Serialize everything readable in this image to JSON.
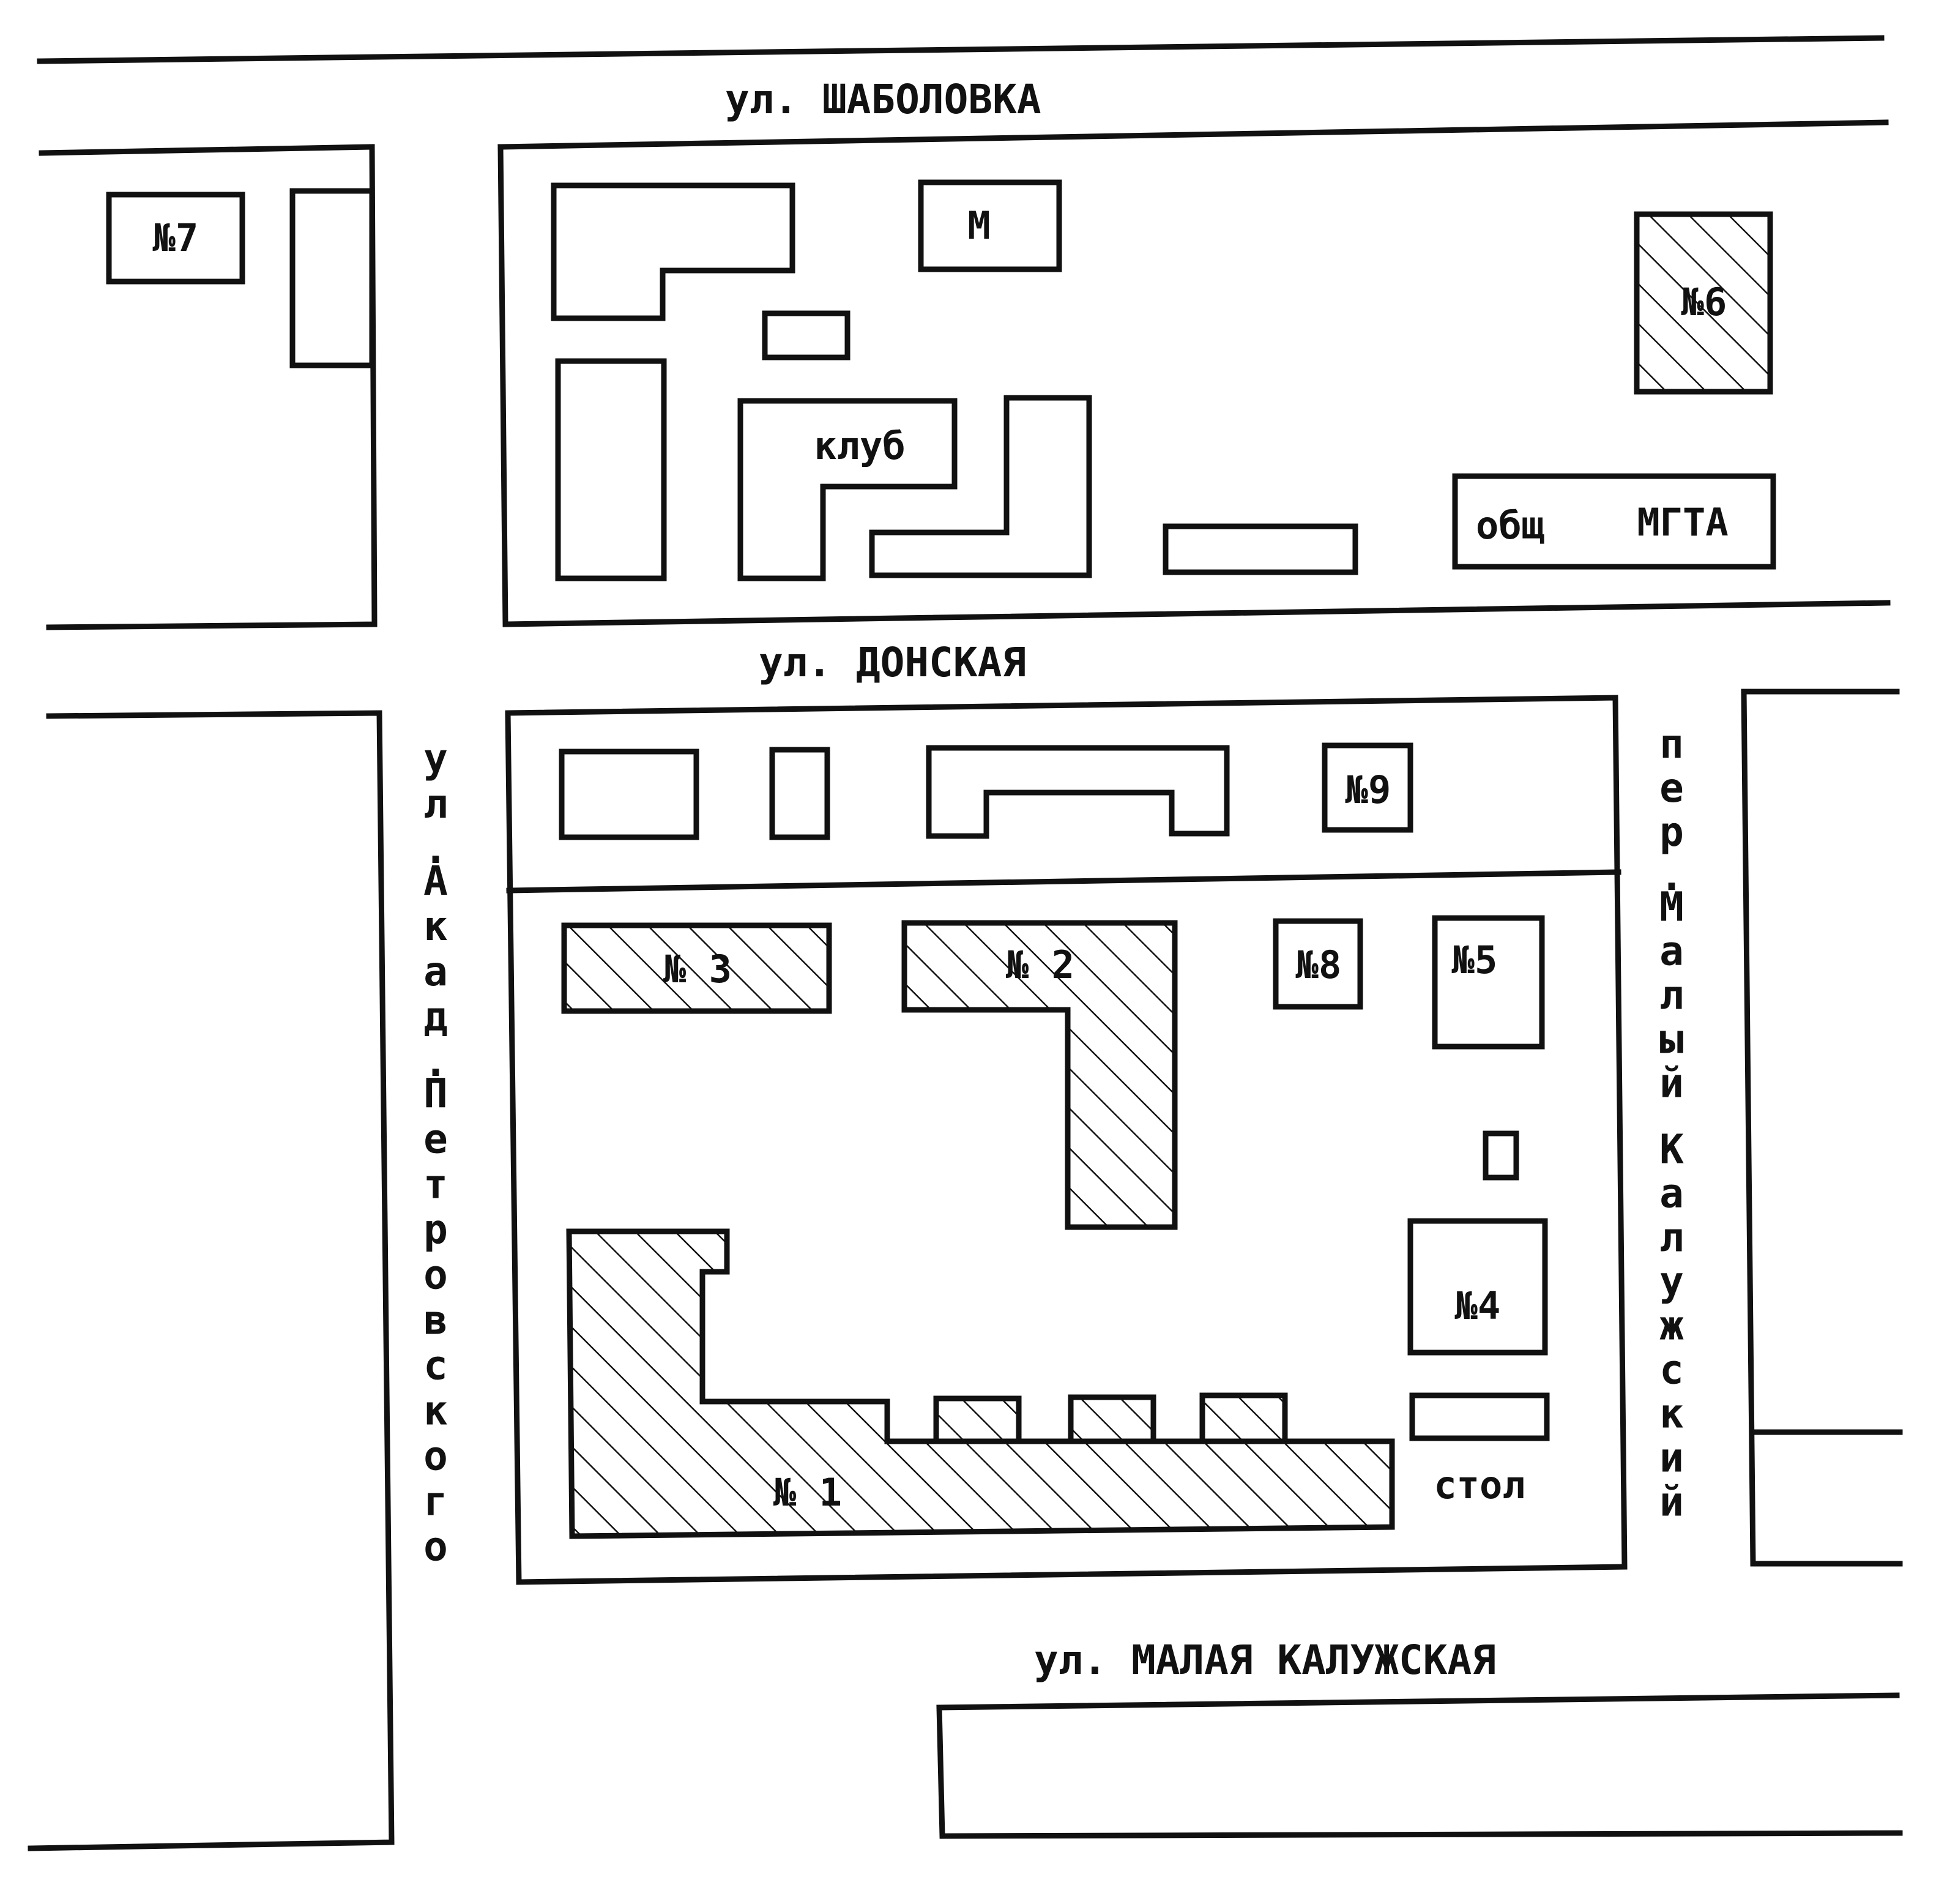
{
  "streets": {
    "shabolovka": "ул. ШАБОЛОВКА",
    "donskaya": "ул. ДОНСКАЯ",
    "malaya_kaluzhskaya": "ул. МАЛАЯ КАЛУЖСКАЯ",
    "akad_petrovskogo": "ул.Акад.Петровского",
    "per_malyi_kaluzhskiy": "пер.Малый Калужский"
  },
  "buildings": {
    "b7": "№7",
    "m": "М",
    "b6": "№6",
    "klub": "клуб",
    "obshch": "общ",
    "mgta": "МГТА",
    "b9": "№9",
    "n3": "№ 3",
    "n2": "№ 2",
    "b8": "№8",
    "b5": "№5",
    "b4": "№4",
    "stol": "стол",
    "n1": "№ 1"
  },
  "colors": {
    "ink": "#111111",
    "paper": "#ffffff"
  }
}
